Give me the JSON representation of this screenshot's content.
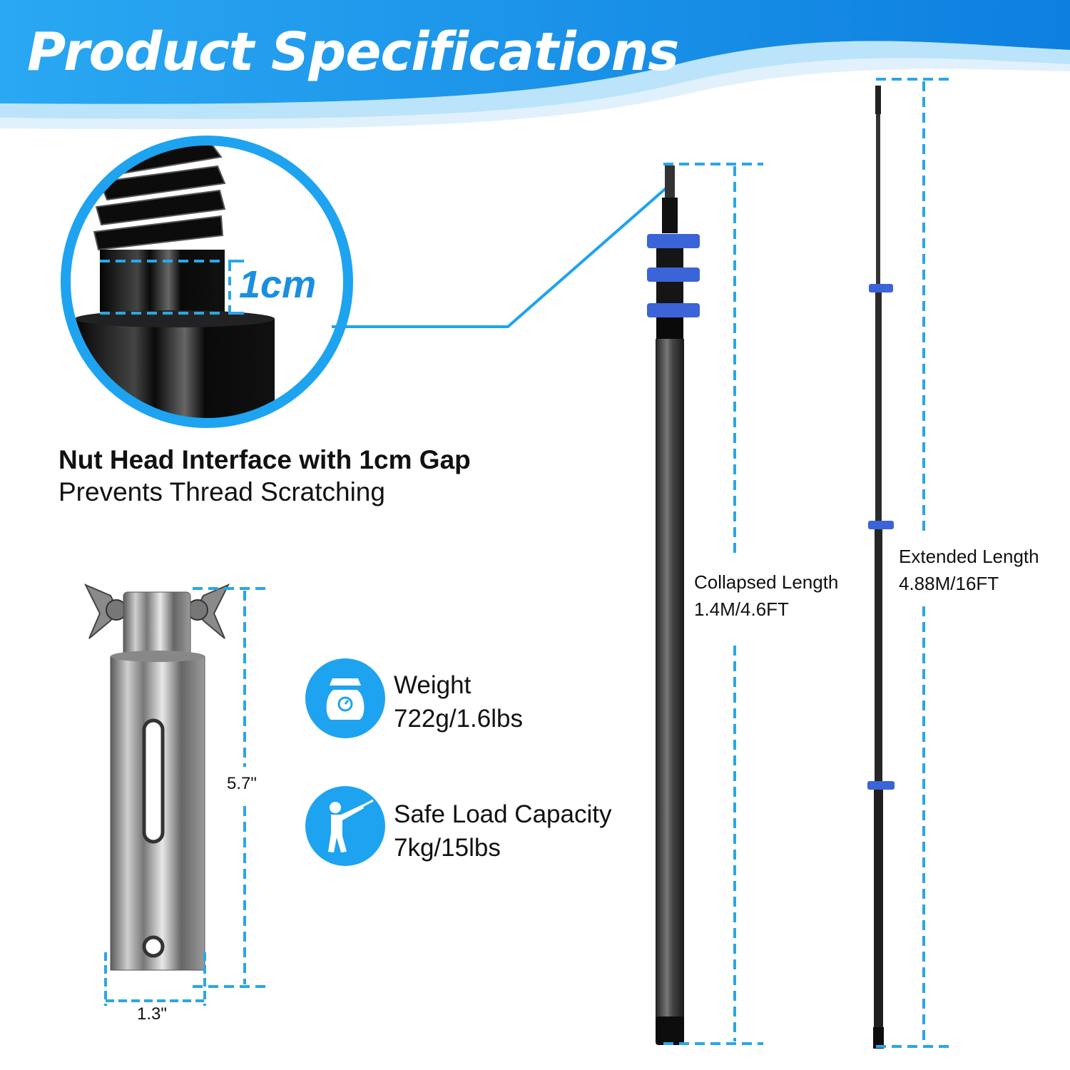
{
  "header": {
    "title": "Product Specifications"
  },
  "nut_head": {
    "gap_label": "1cm",
    "title": "Nut Head Interface with 1cm Gap",
    "subtitle": "Prevents Thread Scratching"
  },
  "adapter": {
    "height_label": "5.7\"",
    "width_label": "1.3\""
  },
  "specs": {
    "weight": {
      "label": "Weight",
      "value": "722g/1.6lbs",
      "icon": "scale-icon"
    },
    "load": {
      "label": "Safe Load Capacity",
      "value": "7kg/15lbs",
      "icon": "person-pulling-icon"
    }
  },
  "pole": {
    "collapsed": {
      "label": "Collapsed Length",
      "value": "1.4M/4.6FT"
    },
    "extended": {
      "label": "Extended Length",
      "value": "4.88M/16FT"
    }
  },
  "colors": {
    "brand_blue": "#1ea3f0",
    "accent_blue": "#3a64d8",
    "dashed_line": "#2aa6e8"
  }
}
